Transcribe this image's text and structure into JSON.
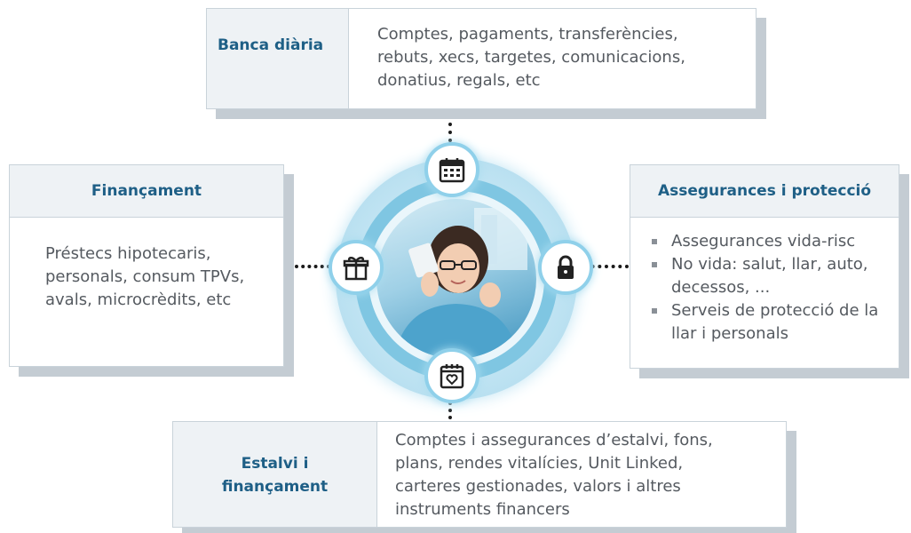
{
  "banca_diaria": {
    "title": "Banca diària",
    "text": "Comptes, pagaments, transferències, rebuts, xecs, targetes, comunicacions, donatius, regals, etc"
  },
  "financament": {
    "title": "Finançament",
    "text": "Préstecs hipotecaris, personals, consum TPVs, avals, microcrèdits, etc"
  },
  "assegurances": {
    "title": "Assegurances i protecció",
    "items": [
      "Assegurances vida-risc",
      "No vida: salut, llar, auto, decessos, ...",
      "Serveis de protecció de la llar i personals"
    ]
  },
  "estalvi": {
    "title": "Estalvi i finançament",
    "text": "Comptes i assegurances d’estalvi, fons, plans, rendes vitalícies, Unit Linked, carteres gestionades, valors i altres instruments financers"
  },
  "icons": [
    "calendar-icon",
    "gift-icon",
    "lock-icon",
    "calendar-heart-icon"
  ],
  "colors": {
    "heading": "#1e5f86",
    "ring": "#7fc6e2",
    "text": "#555a60",
    "shadow": "#c4ccd3"
  }
}
